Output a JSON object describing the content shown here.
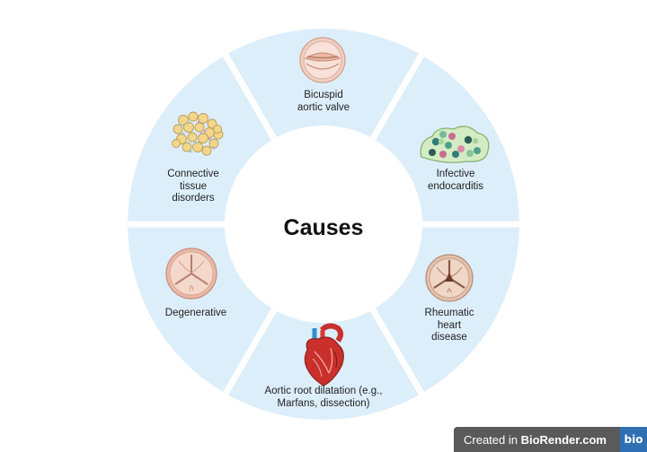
{
  "diagram": {
    "title": "Causes",
    "ring_color": "#ddeefb",
    "segments": [
      {
        "id": "bicuspid",
        "lines": [
          "Bicuspid",
          "aortic valve"
        ],
        "icon": "valve-two-leaflet-icon"
      },
      {
        "id": "infective",
        "lines": [
          "Infective",
          "endocarditis"
        ],
        "icon": "bacteria-cluster-icon"
      },
      {
        "id": "rheumatic",
        "lines": [
          "Rheumatic",
          "heart",
          "disease"
        ],
        "icon": "rheumatic-valve-icon"
      },
      {
        "id": "aortic-root",
        "lines": [
          "Aortic root dilatation (e.g.,",
          "Marfans, dissection)"
        ],
        "icon": "heart-icon"
      },
      {
        "id": "degenerative",
        "lines": [
          "Degenerative"
        ],
        "icon": "valve-tricuspid-icon"
      },
      {
        "id": "connective",
        "lines": [
          "Connective",
          "tissue",
          "disorders"
        ],
        "icon": "fat-cells-icon"
      }
    ]
  },
  "badge": {
    "prefix": "Created in ",
    "brand": "BioRender.com",
    "logo": "bio"
  }
}
